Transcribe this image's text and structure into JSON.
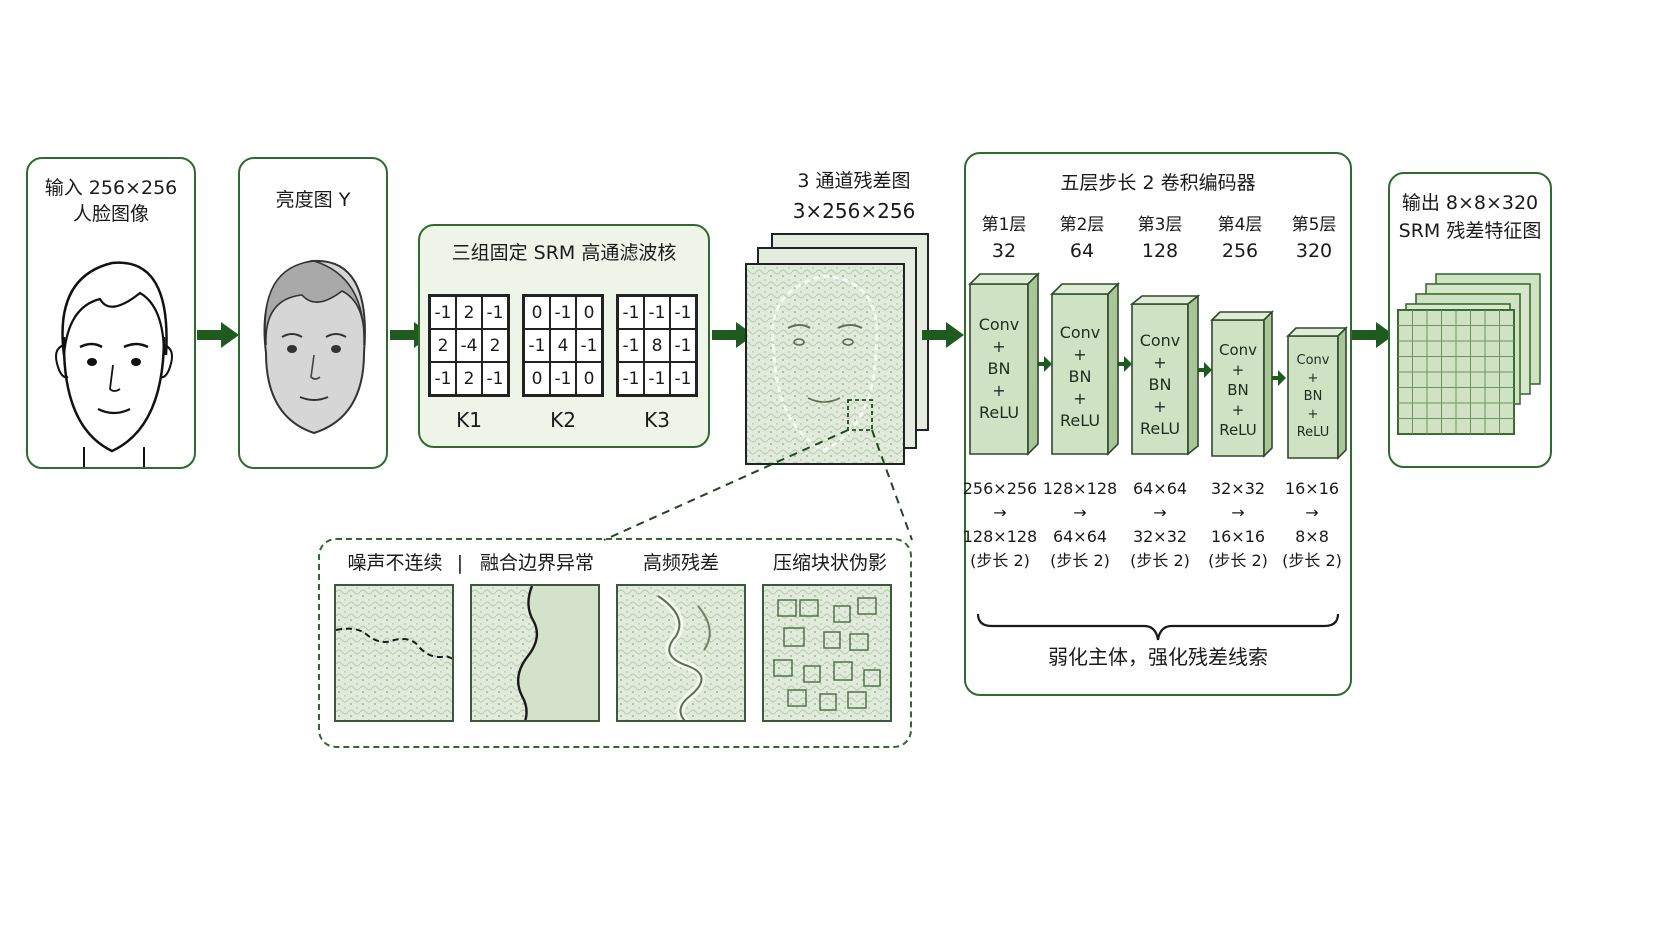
{
  "input_card": {
    "line1": "输入 256×256",
    "line2": "人脸图像"
  },
  "luma_card": {
    "title": "亮度图 Y"
  },
  "srm_card": {
    "title": "三组固定 SRM 高通滤波核",
    "kernels": [
      {
        "label": "K1",
        "cells": [
          "-1",
          "2",
          "-1",
          "2",
          "-4",
          "2",
          "-1",
          "2",
          "-1"
        ]
      },
      {
        "label": "K2",
        "cells": [
          "0",
          "-1",
          "0",
          "-1",
          "4",
          "-1",
          "0",
          "-1",
          "0"
        ]
      },
      {
        "label": "K3",
        "cells": [
          "-1",
          "-1",
          "-1",
          "-1",
          "8",
          "-1",
          "-1",
          "-1",
          "-1"
        ]
      }
    ]
  },
  "residual": {
    "line1": "3 通道残差图",
    "line2": "3×256×256"
  },
  "encoder": {
    "title": "五层步长 2 卷积编码器",
    "layers": [
      {
        "name": "第1层",
        "channels": "32",
        "in": "256×256",
        "out": "128×128",
        "stride": "(步长 2)"
      },
      {
        "name": "第2层",
        "channels": "64",
        "in": "128×128",
        "out": "64×64",
        "stride": "(步长 2)"
      },
      {
        "name": "第3层",
        "channels": "128",
        "in": "64×64",
        "out": "32×32",
        "stride": "(步长 2)"
      },
      {
        "name": "第4层",
        "channels": "256",
        "in": "32×32",
        "out": "16×16",
        "stride": "(步长 2)"
      },
      {
        "name": "第5层",
        "channels": "320",
        "in": "16×16",
        "out": "8×8",
        "stride": "(步长 2)"
      }
    ],
    "block_text": {
      "conv": "Conv",
      "plus": "+",
      "bn": "BN",
      "relu": "ReLU"
    },
    "arrow_glyph": "→",
    "summary": "弱化主体，强化残差线索"
  },
  "output_card": {
    "line1": "输出 8×8×320",
    "line2": "SRM 残差特征图"
  },
  "zoom_panel": {
    "labels": [
      "噪声不连续",
      "融合边界异常",
      "高频残差",
      "压缩块状伪影"
    ],
    "separator": "|"
  },
  "colors": {
    "accent": "#2e6b2e",
    "arrow": "#1f5a1f",
    "fill_light": "#eef5e8",
    "block": "#cfe2c3"
  }
}
